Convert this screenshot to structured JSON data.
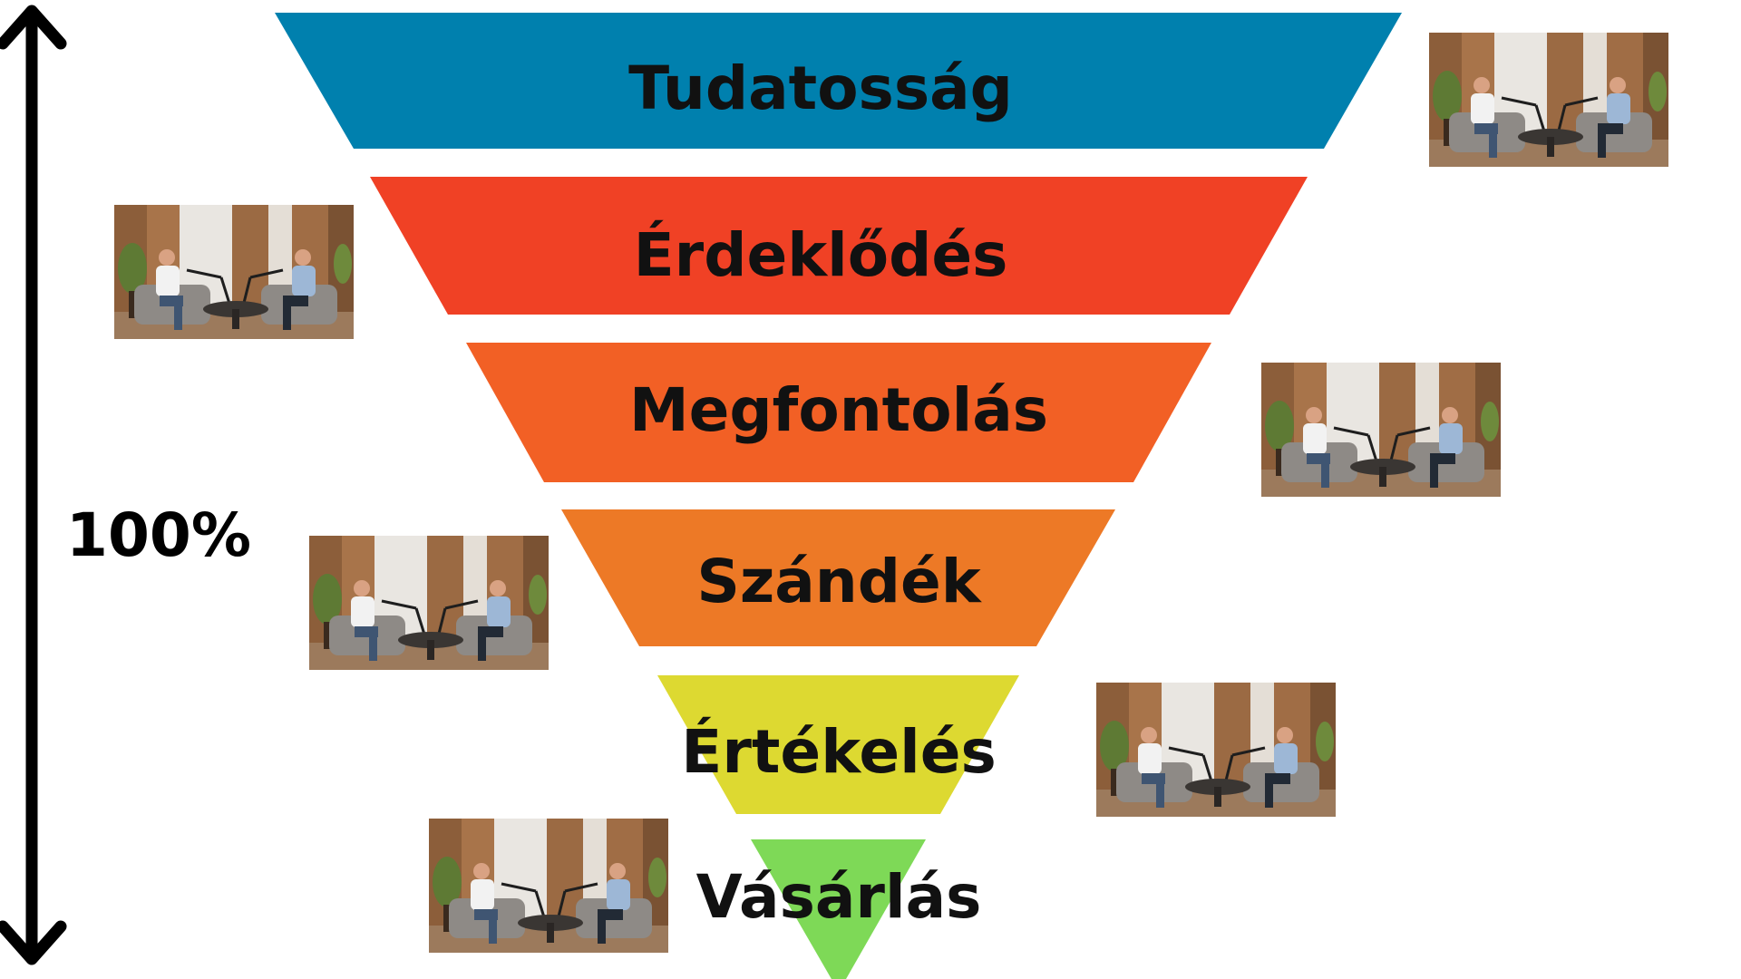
{
  "scale_label": "100%",
  "stages": [
    {
      "label": "Tudatosság",
      "color": "#0080AE"
    },
    {
      "label": "Érdeklődés",
      "color": "#F04125"
    },
    {
      "label": "Megfontolás",
      "color": "#F26025"
    },
    {
      "label": "Szándék",
      "color": "#ED7926"
    },
    {
      "label": "Értékelés",
      "color": "#DDD931"
    },
    {
      "label": "Vásárlás",
      "color": "#7ED957"
    }
  ],
  "photo_colors": {
    "wall_wood": "#A8744A",
    "wall_white": "#E9E6E1",
    "wall_dark": "#7A5233",
    "floor": "#9C7A5C",
    "sofa": "#8E8A86",
    "shirt_white": "#F2F2F2",
    "shirt_blue": "#9DB7D6",
    "jeans": "#3F5572",
    "skin": "#D9A283",
    "table": "#3A3633",
    "plant": "#5E7A34"
  }
}
